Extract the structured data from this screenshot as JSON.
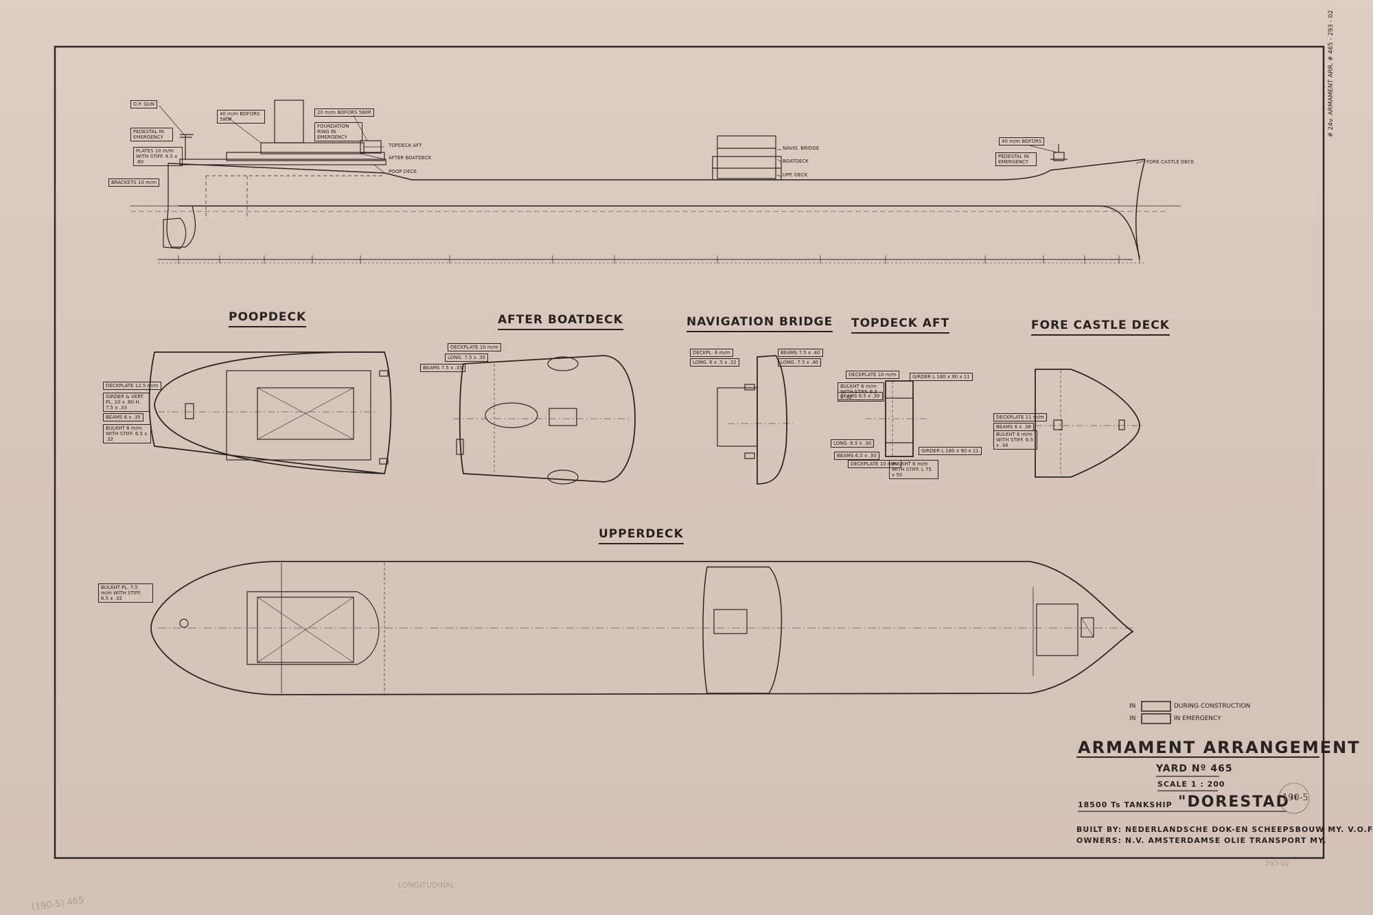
{
  "views": {
    "poopdeck": "POOPDECK",
    "after_boatdeck": "AFTER BOATDECK",
    "navigation_bridge": "NAVIGATION BRIDGE",
    "topdeck_aft": "TOPDECK AFT",
    "forecastle_deck": "FORE CASTLE DECK",
    "upperdeck": "UPPERDECK"
  },
  "profile_labels": {
    "dp_gun": "D.P. GUN",
    "bofors_aft": "40 m/m BOFORS 580P",
    "bofors_20": "20 m/m BOFORS 580P.",
    "pedestal_emergency": "PEDESTAL IN EMERGENCY",
    "foundation_ring": "FOUNDATION RING IN EMERGENCY",
    "plates_stiff": "PLATES 10 m/m WITH STIFF. 6.5 x .60",
    "brackets": "BRACKETS 10 m/m",
    "topdeck_aft": "TOPDECK AFT",
    "after_boatdeck": "AFTER BOATDECK",
    "poop_deck": "POOP DECK",
    "navig_bridge": "NAVIG. BRIDGE",
    "boatdeck": "BOATDECK",
    "upp_deck": "UPP. DECK",
    "bofors_fwd": "40 m/m BOFORS",
    "pedestal_fwd": "PEDESTAL IN EMERGENCY",
    "forecastle_deck": "FORE CASTLE DECK"
  },
  "plan_labels": {
    "deckplate_poop": "DECKPLATE 12.5 m/m",
    "girder_poop": "GIRDER & VERT. PL. 10 x .60 H. 7.5 x .33",
    "beams_poop": "BEAMS 6 x .35",
    "bulkht_poop": "BULKHT 6 m/m WITH STIFF. 6.5 x .32",
    "deckplate_boat": "DECKPLATE 10 m/m",
    "long_boat": "LONG. 7.5 x .35",
    "beams_boat": "BEAMS 7.5 x .35",
    "deckpl_bridge": "DECKPL. 6 m/m",
    "long_bridge": "LONG. 6 x .5 x .32",
    "beams_bridge": "BEAMS 7.5 x .40",
    "long2_bridge": "LONG. 7.5 x .40",
    "deckplate_topaft": "DECKPLATE 10 m/m",
    "bulkht_topaft": "BULKHT 6 m/m WITH STIFF. 6.5 x .32",
    "beams_topaft": "BEAMS 6.5 x .30",
    "girder_topaft": "GIRDER L 180 x 90 x 11",
    "long_topaft": "LONG. 6.5 x .30",
    "beams2_topaft": "BEAMS 6.5 x .30",
    "deckplate2_topaft": "DECKPLATE 10 m/m",
    "girder2_topaft": "GIRDER L 180 x 90 x 11",
    "bulkht2_topaft": "BULKHT 6 m/m WITH STIFF. L 75 x 50",
    "deckplate_fc": "DECKPLATE 11 m/m",
    "beams_fc": "BEAMS 6 x .38",
    "bulkht_fc": "BULKHT 6 m/m WITH STIFF. 6.5 x .34",
    "bulkht_upper": "BULKHT PL. 7.5 m/m WITH STIFF. 6.5 x .32"
  },
  "legend": {
    "prefix": "IN",
    "during": "DURING CONSTRUCTION",
    "emergency": "IN EMERGENCY"
  },
  "title_block": {
    "title": "ARMAMENT ARRANGEMENT",
    "yard": "YARD Nº 465",
    "scale": "SCALE 1 : 200",
    "ship_prefix": "18500 Ts TANKSHIP",
    "ship_name": "\"DORESTAD\"",
    "builder": "BUILT BY: NEDERLANDSCHE DOK-EN SCHEEPSBOUW MY. V.O.F.",
    "owners": "OWNERS: N.V. AMSTERDAMSE OLIE TRANSPORT MY.",
    "stamp": "190-5",
    "side_note": "# 24v. ARMAMENT ARR. # 465 - 293 - 02",
    "corner_number": "293-02",
    "faint_left": "LONGITUDINAL",
    "faint_stamp": "(190-5) 465"
  }
}
